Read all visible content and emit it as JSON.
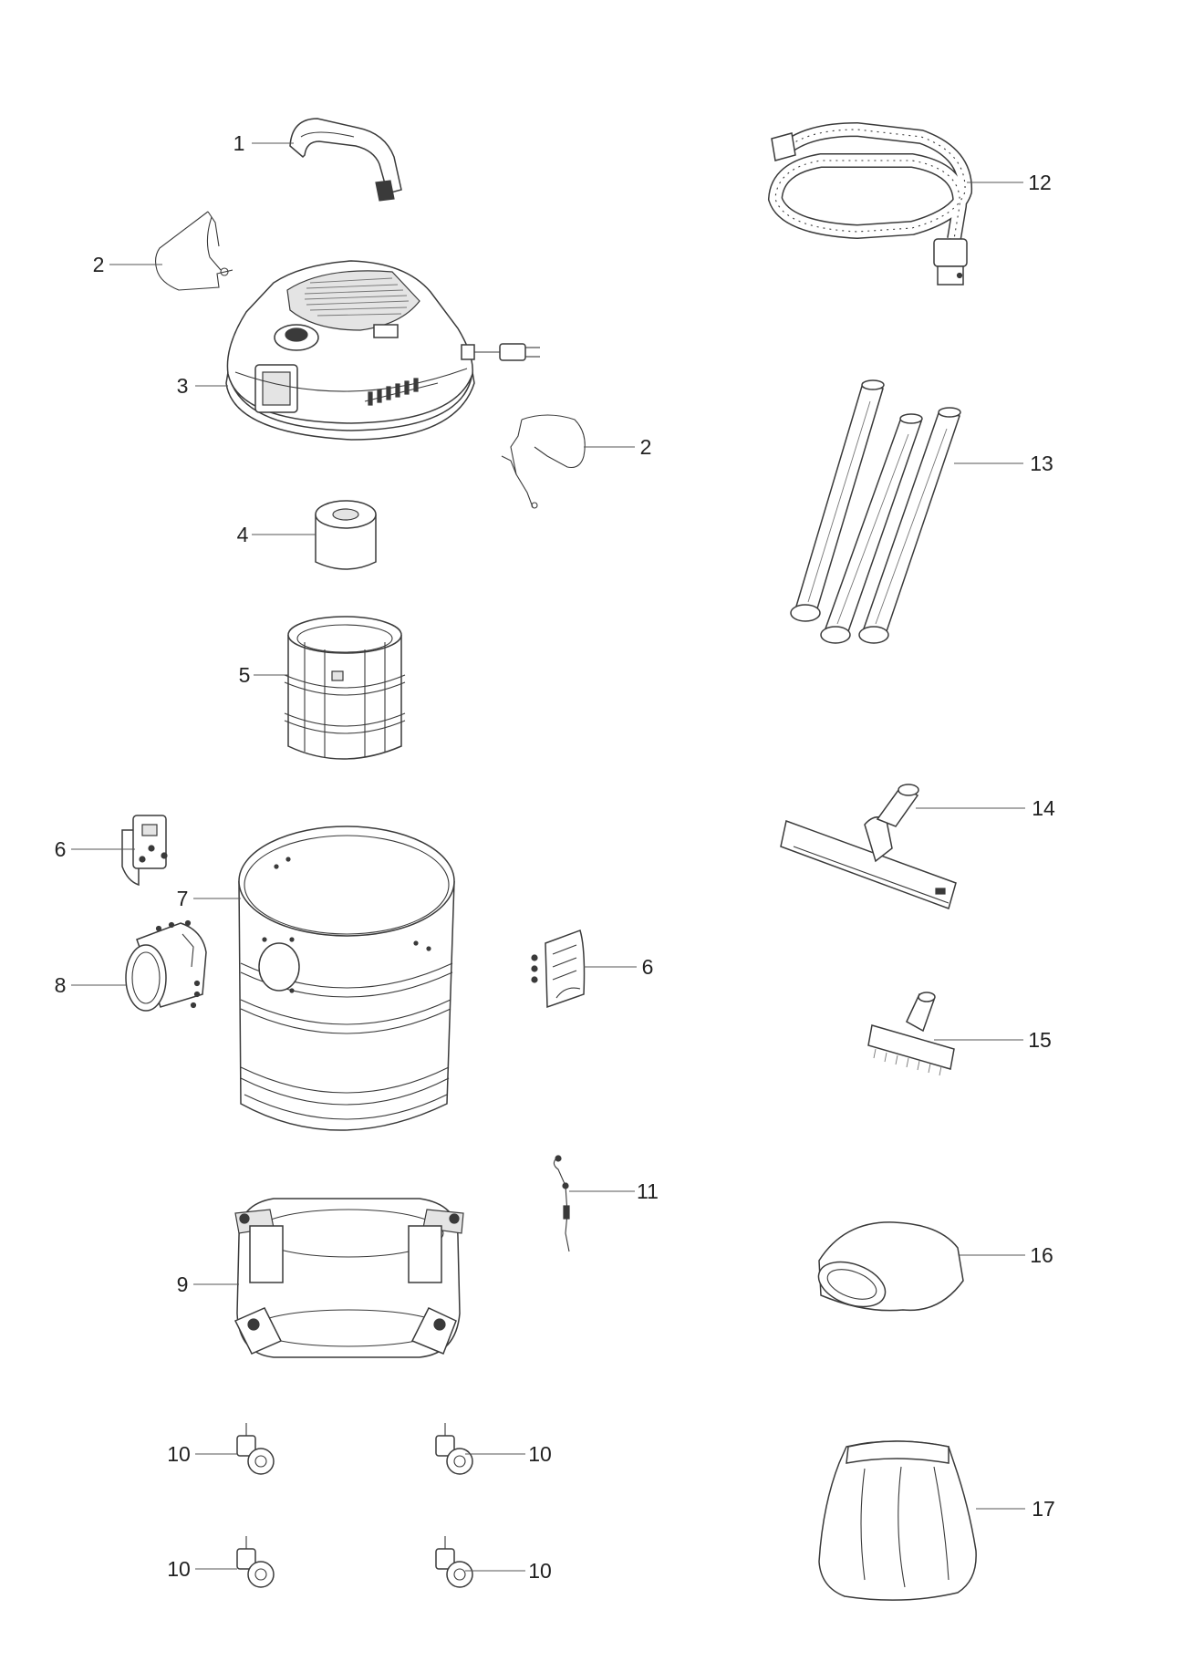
{
  "diagram": {
    "callouts": [
      {
        "id": "c1",
        "label": "1"
      },
      {
        "id": "c2a",
        "label": "2"
      },
      {
        "id": "c2b",
        "label": "2"
      },
      {
        "id": "c3",
        "label": "3"
      },
      {
        "id": "c4",
        "label": "4"
      },
      {
        "id": "c5",
        "label": "5"
      },
      {
        "id": "c6a",
        "label": "6"
      },
      {
        "id": "c6b",
        "label": "6"
      },
      {
        "id": "c7",
        "label": "7"
      },
      {
        "id": "c8",
        "label": "8"
      },
      {
        "id": "c9",
        "label": "9"
      },
      {
        "id": "c10a",
        "label": "10"
      },
      {
        "id": "c10b",
        "label": "10"
      },
      {
        "id": "c10c",
        "label": "10"
      },
      {
        "id": "c10d",
        "label": "10"
      },
      {
        "id": "c11",
        "label": "11"
      },
      {
        "id": "c12",
        "label": "12"
      },
      {
        "id": "c13",
        "label": "13"
      },
      {
        "id": "c14",
        "label": "14"
      },
      {
        "id": "c15",
        "label": "15"
      },
      {
        "id": "c16",
        "label": "16"
      },
      {
        "id": "c17",
        "label": "17"
      }
    ]
  }
}
